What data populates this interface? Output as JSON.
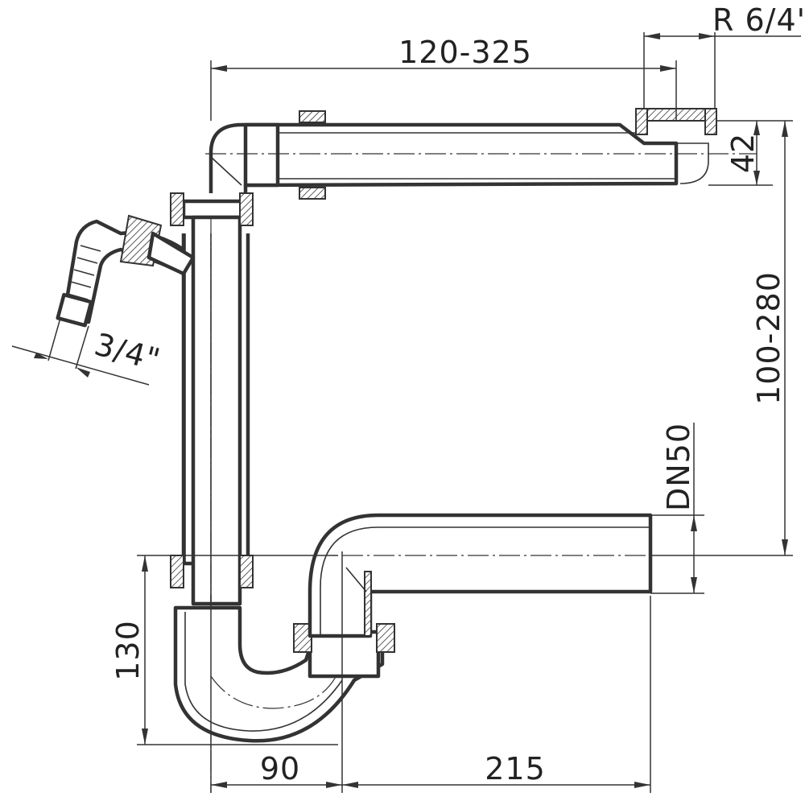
{
  "dimensions": {
    "top_length": "120-325",
    "thread": "R 6/4\"",
    "inlet_height": "42",
    "vertical_range": "100-280",
    "outlet_dia": "DN50",
    "hose_dia": "3/4\"",
    "trap_height": "130",
    "bottom_left": "90",
    "bottom_right": "215"
  }
}
